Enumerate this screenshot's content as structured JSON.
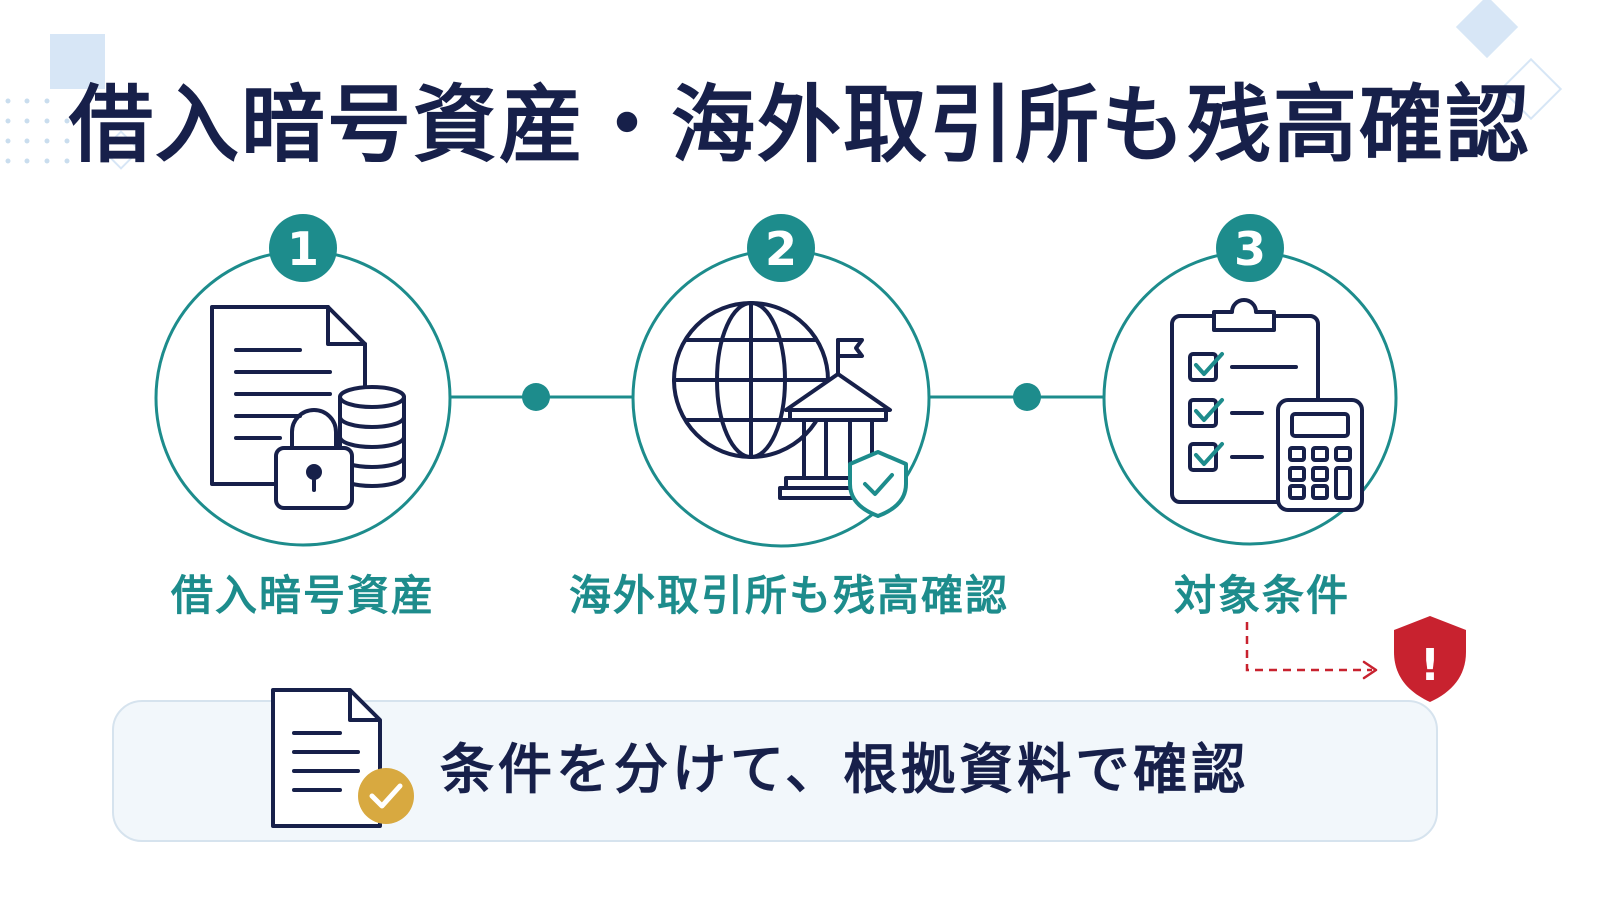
{
  "title": "借入暗号資産・海外取引所も残高確認",
  "colors": {
    "navy": "#17204a",
    "teal": "#1d8c8c",
    "gold": "#d8a940",
    "red": "#c8222f",
    "decor": "#d7e6f6"
  },
  "steps": [
    {
      "number": "1",
      "label": "借入暗号資産",
      "icon": "document-lock-database-icon"
    },
    {
      "number": "2",
      "label": "海外取引所も残高確認",
      "icon": "globe-bank-shield-icon"
    },
    {
      "number": "3",
      "label": "対象条件",
      "icon": "checklist-calculator-icon"
    }
  ],
  "warning": {
    "icon": "warning-shield-icon",
    "symbol": "!"
  },
  "bottom": {
    "text": "条件を分けて、根拠資料で確認",
    "icon": "document-check-icon"
  }
}
